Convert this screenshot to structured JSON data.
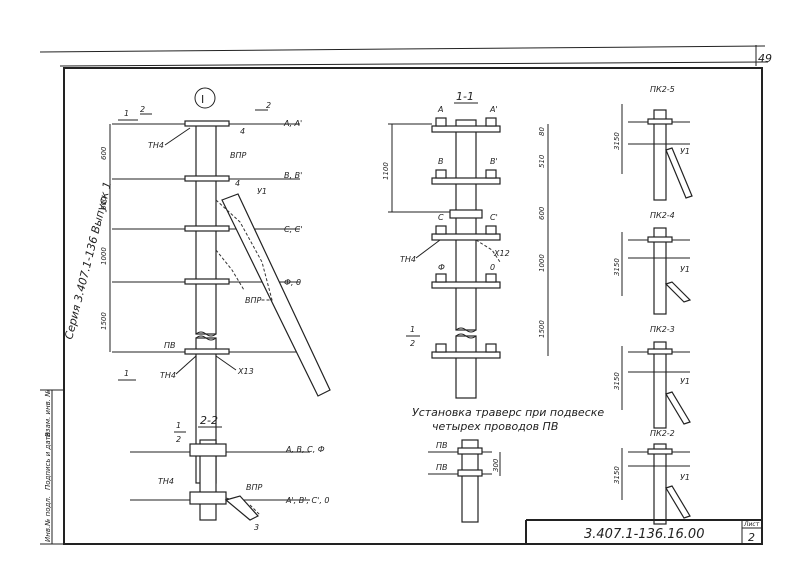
{
  "sheet_number": "49",
  "side_stamp": "Серия 3.407.1-136 Выпуск 1",
  "side_fields": [
    "Инв.№ подл.",
    "Подпись и дата",
    "Взам. инв. №"
  ],
  "doc_code": "3.407.1-136.16.00",
  "sheet_label": "Лист",
  "sheet_page": "2",
  "node_marker": "I",
  "section_1_1": "1-1",
  "section_2_2": "2-2",
  "section_labels": {
    "s1": "1",
    "s2": "2",
    "s1b": "1",
    "s2b": "2",
    "s1bot": "1",
    "s12": "1",
    "s22": "2",
    "s12b": "1",
    "s22b": "2"
  },
  "main_view": {
    "wires": [
      "А, А'",
      "В, В'",
      "С, С'",
      "Ф, 0"
    ],
    "dims": [
      "600",
      "600",
      "1000",
      "1500"
    ],
    "labels": {
      "tn4": "ТН4",
      "n4a": "4",
      "n4b": "4",
      "vpr": "ВПР",
      "u1": "У1",
      "vpr2": "ВПР",
      "pv": "ПВ",
      "tn4b": "ТН4",
      "x13": "Х13"
    }
  },
  "section_view": {
    "top_labels": [
      "А",
      "А'"
    ],
    "mid_labels": [
      "В",
      "В'"
    ],
    "c_labels": [
      "С",
      "С'"
    ],
    "f_labels": [
      "Ф",
      "0"
    ],
    "dims_right": [
      "80",
      "510",
      "600",
      "1000",
      "1500"
    ],
    "dim_left": "1100",
    "labels": {
      "tn4": "ТН4",
      "x12": "Х12"
    }
  },
  "view_2_2": {
    "wires": [
      "А, В, С, Ф",
      "А', В', С', 0"
    ],
    "labels": {
      "tn4": "ТН4",
      "vpr": "ВПР",
      "n3": "3"
    }
  },
  "caption": [
    "Установка траверс при подвеске",
    "четырех проводов ПВ"
  ],
  "pv_view": {
    "labels": [
      "ПВ",
      "ПВ"
    ],
    "dim": "300"
  },
  "small_poles": [
    {
      "title": "ПК2-5",
      "dim": "3150",
      "label": "У1"
    },
    {
      "title": "ПК2-4",
      "dim": "3150",
      "label": "У1"
    },
    {
      "title": "ПК2-3",
      "dim": "3150",
      "label": "У1"
    },
    {
      "title": "ПК2-2",
      "dim": "3150",
      "label": "У1"
    }
  ]
}
